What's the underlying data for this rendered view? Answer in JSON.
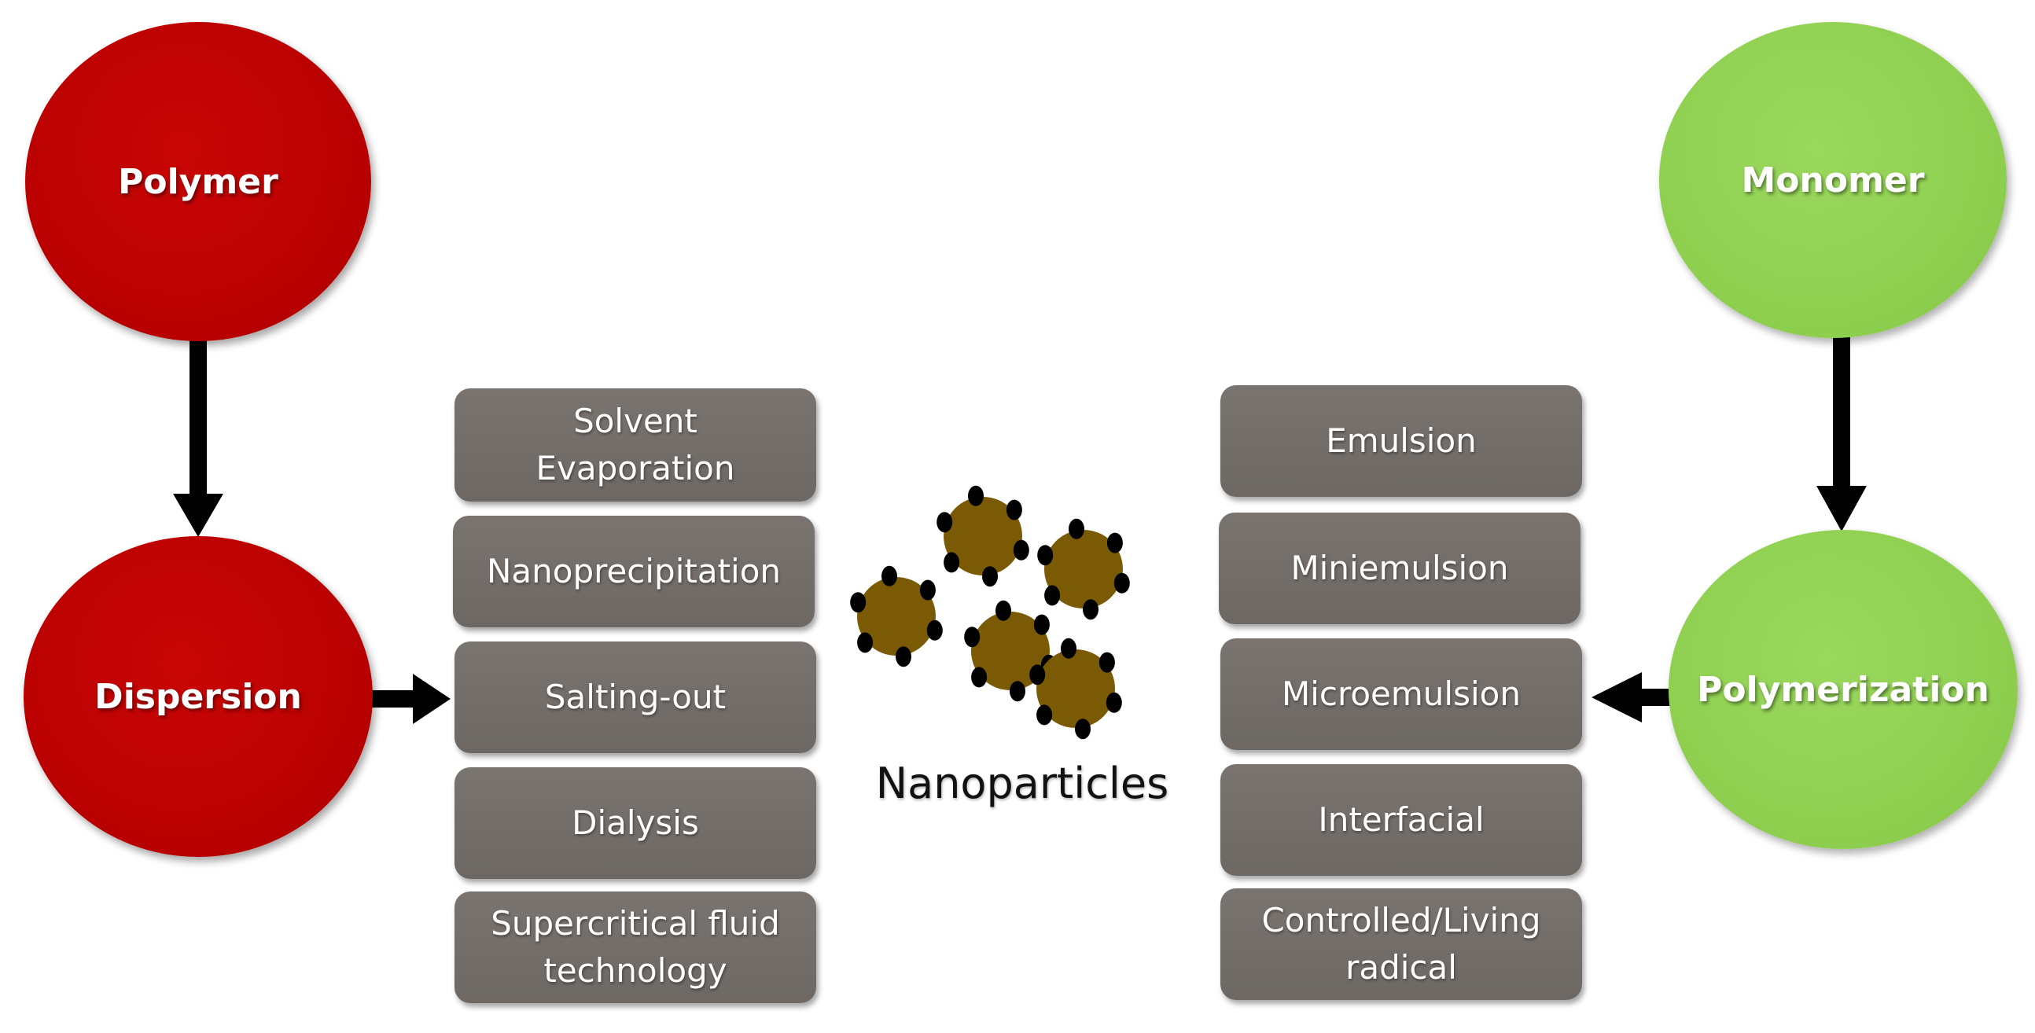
{
  "colors": {
    "polymer_red": "#b80000",
    "monomer_green": "#8dce4e",
    "box_gray": "#736e6a",
    "particle_brown": "#7a5a05",
    "arrow_black": "#000000"
  },
  "nodes": {
    "polymer": "Polymer",
    "monomer": "Monomer",
    "dispersion": "Dispersion",
    "polymerization": "Polymerization",
    "nanoparticles": "Nanoparticles"
  },
  "dispersion_methods": [
    {
      "line1": "Solvent",
      "line2": "Evaporation"
    },
    {
      "line1": "Nanoprecipitation",
      "line2": ""
    },
    {
      "line1": "Salting-out",
      "line2": ""
    },
    {
      "line1": "Dialysis",
      "line2": ""
    },
    {
      "line1": "Supercritical fluid",
      "line2": "technology"
    }
  ],
  "polymerization_methods": [
    {
      "line1": "Emulsion",
      "line2": ""
    },
    {
      "line1": "Miniemulsion",
      "line2": ""
    },
    {
      "line1": "Microemulsion",
      "line2": ""
    },
    {
      "line1": "Interfacial",
      "line2": ""
    },
    {
      "line1": "Controlled/Living",
      "line2": "radical"
    }
  ]
}
